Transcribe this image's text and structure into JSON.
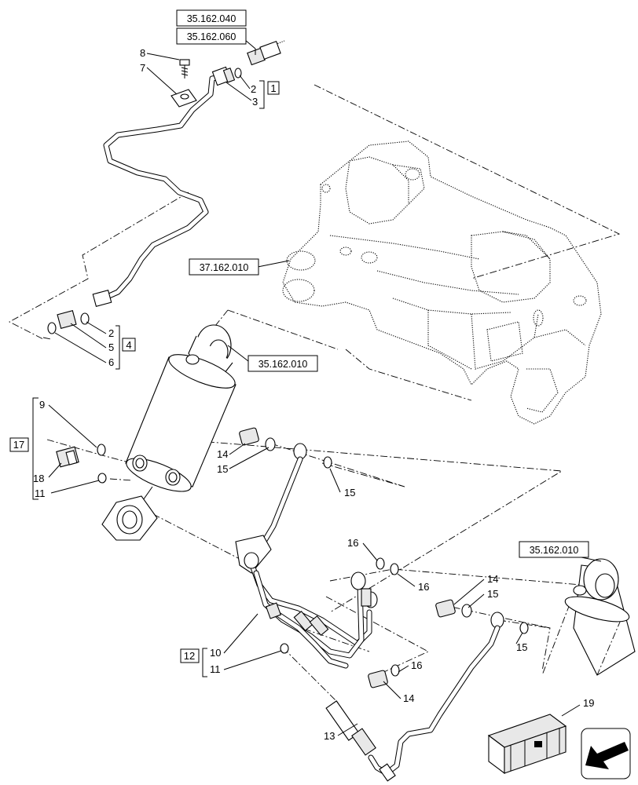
{
  "references": {
    "r1": "35.162.040",
    "r2": "35.162.060",
    "r3": "37.162.010",
    "r4": "35.162.010",
    "r5": "35.162.010"
  },
  "group_boxes": {
    "g1": "1",
    "g4": "4",
    "g17": "17",
    "g12": "12"
  },
  "callouts": {
    "c8": "8",
    "c7": "7",
    "c2a": "2",
    "c3": "3",
    "c2b": "2",
    "c5": "5",
    "c6": "6",
    "c9": "9",
    "c18": "18",
    "c11a": "11",
    "c14a": "14",
    "c15a": "15",
    "c15b": "15",
    "c16a": "16",
    "c16b": "16",
    "c14b": "14",
    "c15c": "15",
    "c15d": "15",
    "c10": "10",
    "c11b": "11",
    "c16c": "16",
    "c14c": "14",
    "c13": "13",
    "c19": "19"
  }
}
